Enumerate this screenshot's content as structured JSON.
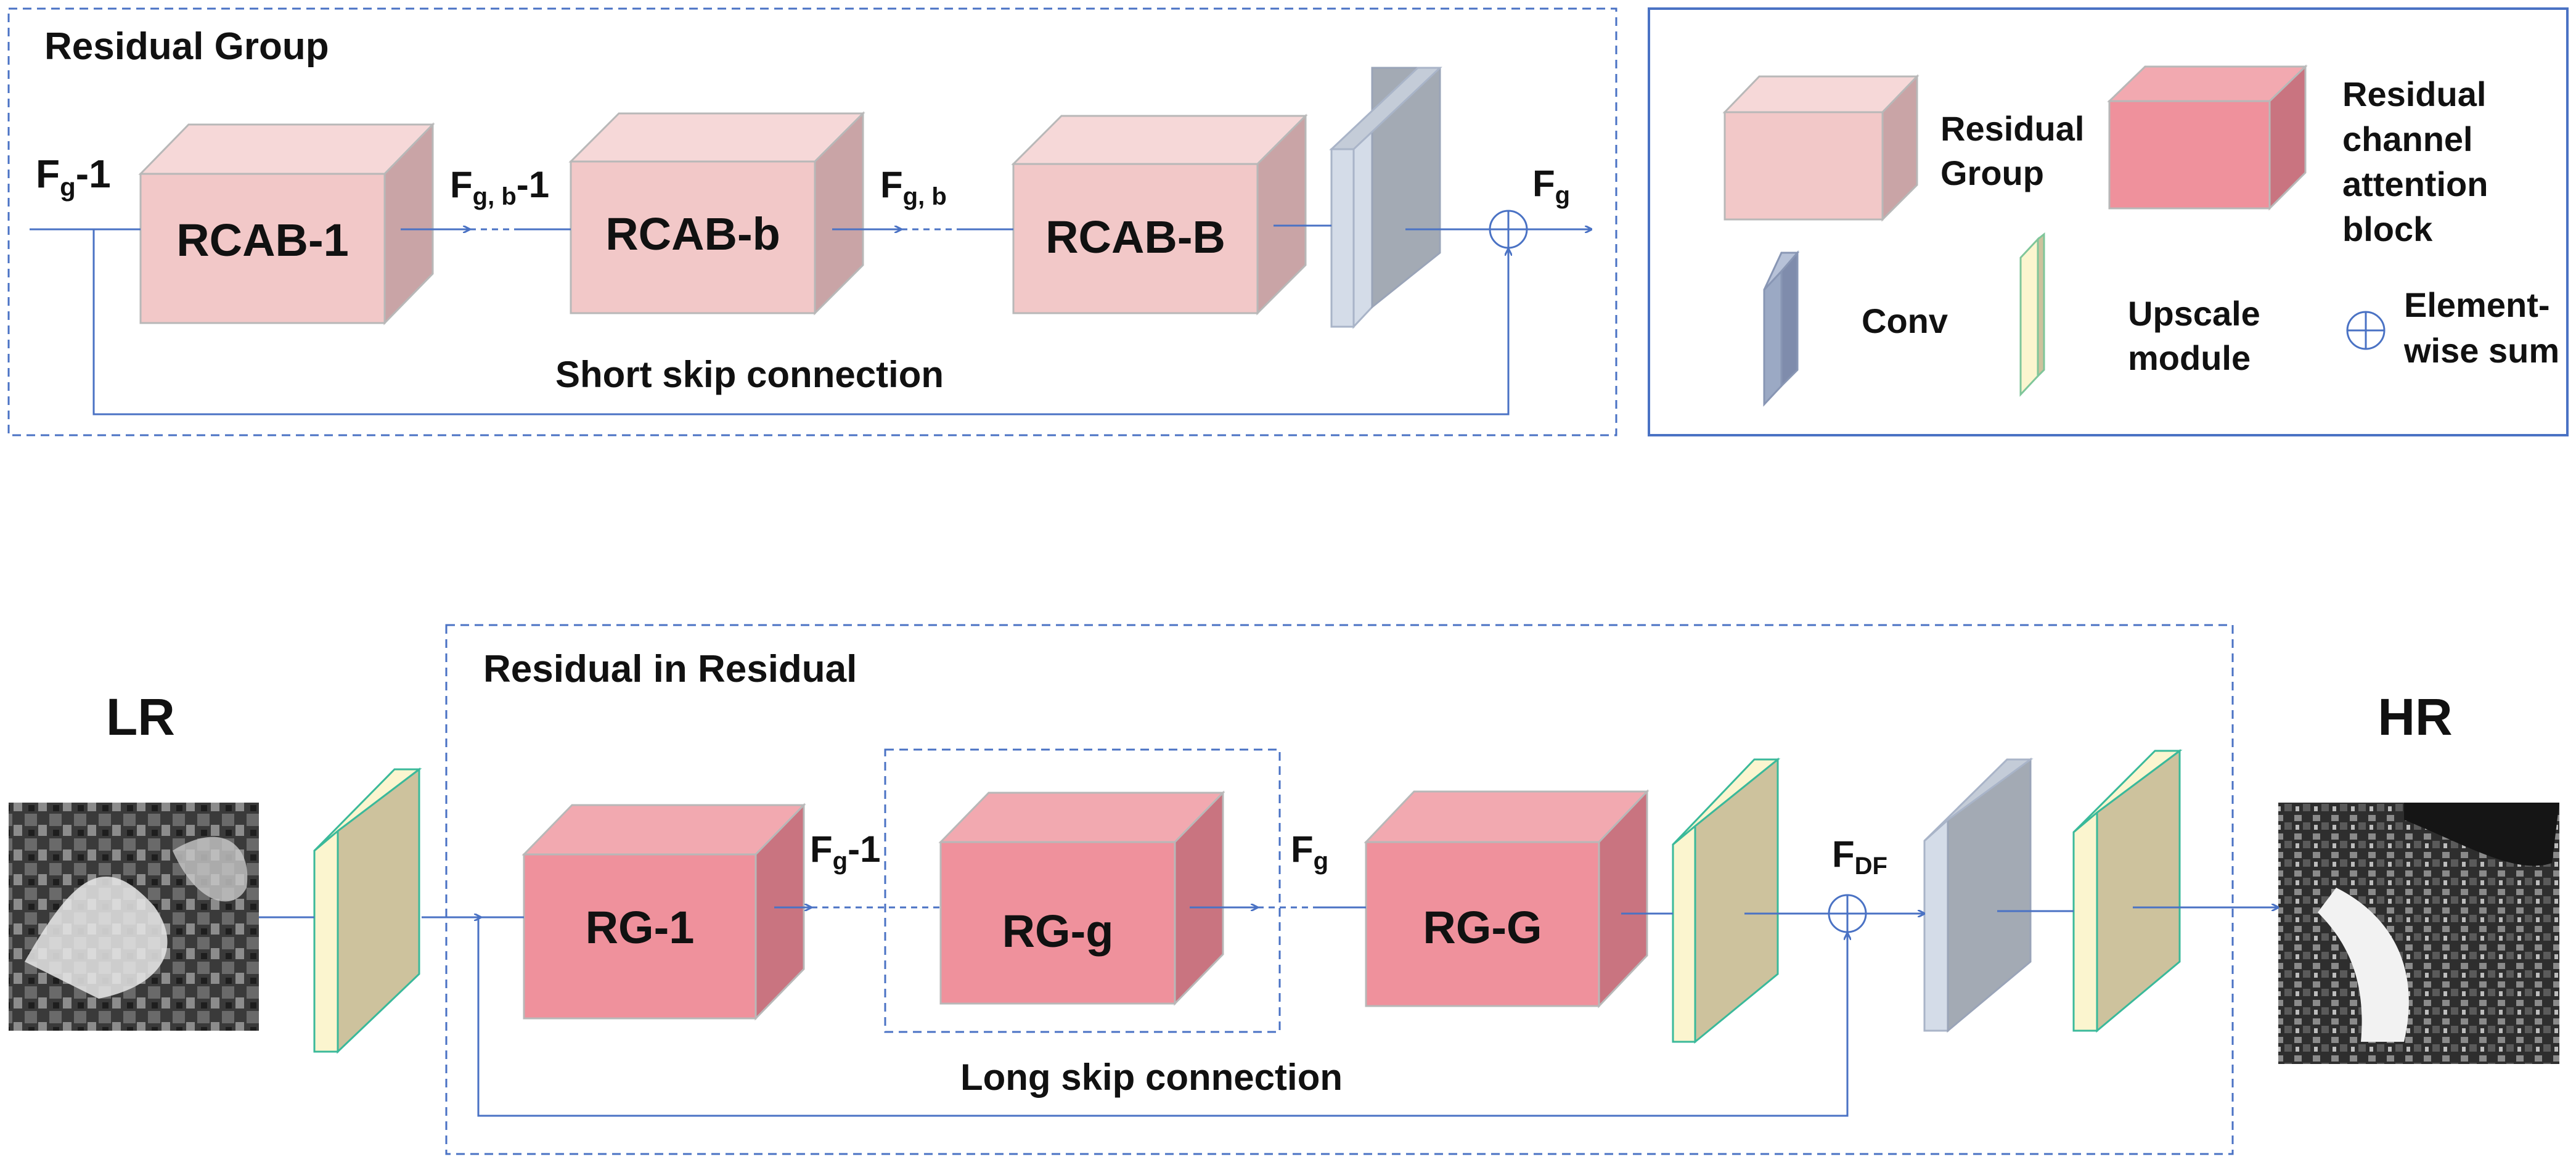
{
  "top": {
    "group_title": "Residual Group",
    "input_label": {
      "main": "F",
      "sub": "g",
      "suffix": "-1"
    },
    "blocks": [
      "RCAB-1",
      "RCAB-b",
      "RCAB-B"
    ],
    "mid_labels": [
      {
        "main": "F",
        "sub": "g, b",
        "suffix": "-1"
      },
      {
        "main": "F",
        "sub": "g, b",
        "suffix": ""
      }
    ],
    "output_label": {
      "main": "F",
      "sub": "g",
      "suffix": ""
    },
    "skip_label": "Short skip connection"
  },
  "legend": {
    "items": [
      {
        "name": "legend-residual-group",
        "lines": [
          "Residual",
          "Group"
        ]
      },
      {
        "name": "legend-rcab",
        "lines": [
          "Residual",
          "channel",
          "attention",
          "block"
        ]
      },
      {
        "name": "legend-conv",
        "lines": [
          "Conv"
        ]
      },
      {
        "name": "legend-upscale",
        "lines": [
          "Upscale",
          "module"
        ]
      },
      {
        "name": "legend-sum",
        "lines": [
          "Element-",
          "wise sum"
        ]
      }
    ]
  },
  "bottom": {
    "lr_label": "LR",
    "hr_label": "HR",
    "rir_title": "Residual in Residual",
    "blocks": [
      "RG-1",
      "RG-g",
      "RG-G"
    ],
    "mid_labels": [
      {
        "main": "F",
        "sub": "g",
        "suffix": "-1"
      },
      {
        "main": "F",
        "sub": "g",
        "suffix": ""
      }
    ],
    "fdf_label": {
      "main": "F",
      "sub": "DF",
      "suffix": ""
    },
    "skip_label": "Long skip connection"
  },
  "colors": {
    "line": "#4a72c4",
    "pink_front": "#f2c8c8",
    "pink_top": "#f6d8d8",
    "pink_side": "#c9a4a6",
    "rose_front": "#ef919c",
    "rose_top": "#f2a9b0",
    "rose_side": "#c97480",
    "conv_front": "#d4dce8",
    "conv_side": "#a3aab4",
    "up_front": "#fbf5cf",
    "up_side": "#cdc29d",
    "up_edge": "#3ab99a"
  }
}
